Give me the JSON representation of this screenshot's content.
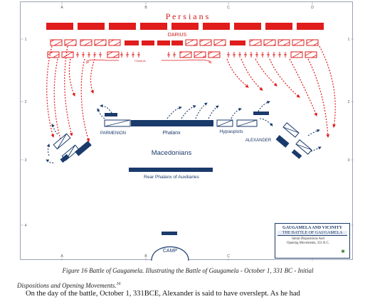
{
  "map": {
    "col_labels": [
      "A",
      "B",
      "C",
      "D"
    ],
    "row_labels": [
      "1",
      "2",
      "3",
      "4"
    ],
    "persians_title": "P e r s i a n s",
    "darius_label": "DARIUS",
    "chariots_label": "Chariots",
    "parmenion_label": "PARMENION",
    "phalanx_label": "Phalanx",
    "hypaspists_label": "Hypaspists",
    "alexander_label": "ALEXANDER",
    "macedonians_label": "Macedonians",
    "rear_phalanx_label": "Rear Phalanx of Auxiliaries",
    "camp_label": "CAMP",
    "colors": {
      "persian": "#e01c1c",
      "macedonian": "#1a3a6b"
    }
  },
  "legend": {
    "title": "GAUGAMELA AND VICINITY",
    "subtitle": "THE BATTLE OF GAUGAMELA",
    "line1": "Initial Dispositions And",
    "line2": "Opening Movements, 331 B.C.",
    "compass_icon": "compass-rose"
  },
  "caption": {
    "line1": "Figure 16 Battle of Gaugamela. Illustrating the Battle of Gaugamela - October 1, 331 BC - Initial",
    "line2": "Dispositions and Opening Movements.",
    "footnote": "16"
  },
  "body_text": "On the day of the battle, October 1, 331BCE, Alexander is said to have overslept. As he had"
}
